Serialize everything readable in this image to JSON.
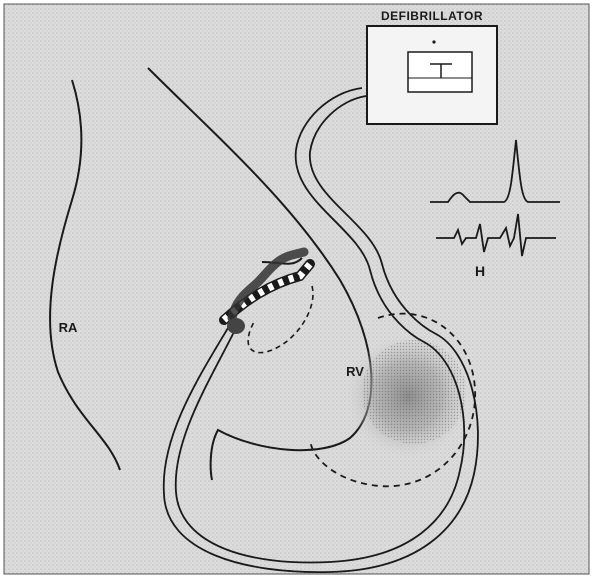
{
  "labels": {
    "device": "DEFIBRILLATOR",
    "right_atrium": "RA",
    "right_ventricle": "RV",
    "his_marker": "H"
  },
  "colors": {
    "background": "#d9d9d9",
    "ink": "#1a1a1a",
    "paper": "#ffffff"
  }
}
